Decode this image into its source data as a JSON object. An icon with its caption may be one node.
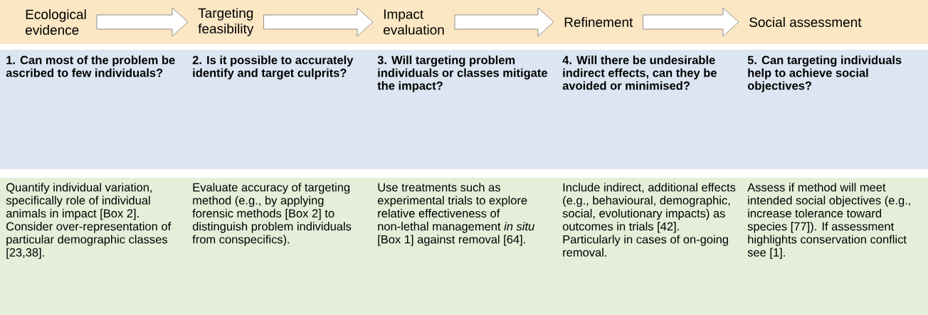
{
  "diagram": {
    "nodes": [
      {
        "text": [
          "Ecological evidence"
        ]
      },
      {
        "text": [
          "Targeting feasibility"
        ]
      },
      {
        "text": [
          "Impact evaluation"
        ]
      },
      {
        "text": [
          "Refinement"
        ]
      },
      {
        "text": [
          "Social assessment"
        ]
      },
      {
        "text": [
          "1. Can most of the problem be ascribed to few individuals?"
        ]
      },
      {
        "text": [
          "2. Is it possible to accurately identify and target culprits?"
        ]
      },
      {
        "text": [
          "3. Will targeting problem individuals or classes mitigate the impact?"
        ]
      },
      {
        "text": [
          "4. Will there be undesirable indirect effects, can they be avoided or minimised?"
        ]
      },
      {
        "text": [
          "5. Can targeting individuals help to achieve social objectives?"
        ]
      },
      {
        "text": [
          "Quantify individual variation, specifically role of individual animals in impact [Box 2]. Consider over-representation of particular demographic classes [23,38]."
        ]
      },
      {
        "text": [
          "Evaluate accuracy of targeting method (e.g., by applying forensic methods [Box 2] to distinguish problem individuals from conspecifics)."
        ]
      },
      {
        "text": [
          "Use treatments such as experimental trials to explore relative effectiveness of non-lethal management *in situ* [Box 1] against removal [64]."
        ]
      },
      {
        "text": [
          "Include indirect, additional effects (e.g., behavioural, demographic, social, evolutionary impacts) as outcomes in trials [42]. Particularly in cases of on-going removal."
        ]
      },
      {
        "text": [
          "Assess if method will meet intended social objectives (e.g., increase tolerance toward species [77]). If assessment highlights conservation conflict see [1]."
        ]
      }
    ],
    "edges": [
      {
        "from": 0,
        "to": 1,
        "arrow": "to"
      },
      {
        "from": 1,
        "to": 2,
        "arrow": "to"
      },
      {
        "from": 2,
        "to": 3,
        "arrow": "to"
      },
      {
        "from": 3,
        "to": 4,
        "arrow": "to"
      }
    ]
  }
}
